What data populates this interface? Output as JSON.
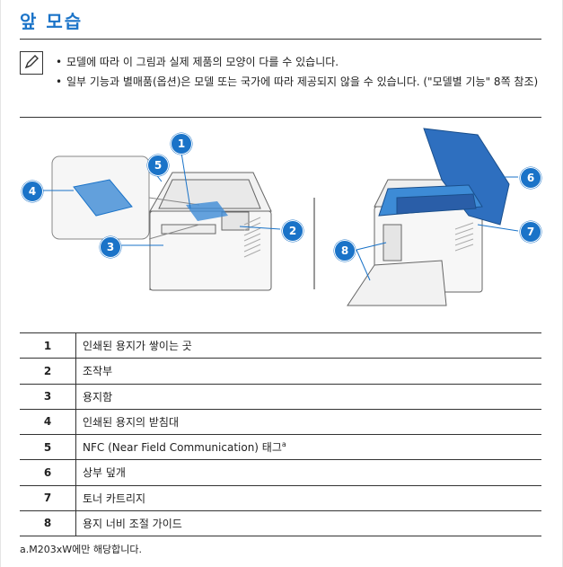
{
  "page": {
    "title": "앞 모습"
  },
  "notes": {
    "icon": "pencil-note-icon",
    "items": [
      "모델에 따라 이 그림과 실제 제품의 모양이 다를 수 있습니다.",
      "일부 기능과 별매품(옵션)은 모델 또는 국가에 따라 제공되지 않을 수 있습니다. (\"모델별 기능\" 8쪽 참조)"
    ]
  },
  "illustration": {
    "callouts": [
      "1",
      "2",
      "3",
      "4",
      "5",
      "6",
      "7",
      "8"
    ],
    "accent_color": "#1a73c8"
  },
  "legend": {
    "rows": [
      {
        "num": "1",
        "desc": "인쇄된 용지가 쌓이는 곳",
        "sup": ""
      },
      {
        "num": "2",
        "desc": "조작부",
        "sup": ""
      },
      {
        "num": "3",
        "desc": "용지함",
        "sup": ""
      },
      {
        "num": "4",
        "desc": "인쇄된 용지의 받침대",
        "sup": ""
      },
      {
        "num": "5",
        "desc": "NFC (Near Field Communication) 태그",
        "sup": "a"
      },
      {
        "num": "6",
        "desc": "상부 덮개",
        "sup": ""
      },
      {
        "num": "7",
        "desc": "토너 카트리지",
        "sup": ""
      },
      {
        "num": "8",
        "desc": "용지 너비 조절 가이드",
        "sup": ""
      }
    ]
  },
  "footnote": "a.M203xW에만 해당합니다."
}
